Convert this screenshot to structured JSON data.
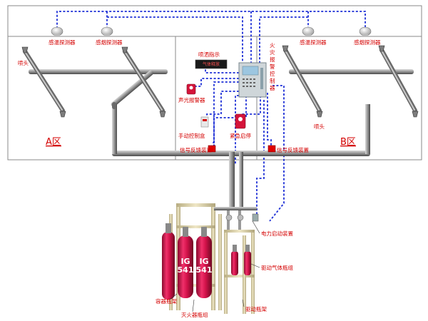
{
  "labels": {
    "temp_detector": "感温探测器",
    "smoke_detector": "感烟探测器",
    "nozzle": "喷头",
    "zone_a": "A区",
    "zone_b": "B区",
    "discharge_indicator": "喷洒指示",
    "display_text": "气体释放",
    "alarm_controller": [
      "火",
      "灾",
      "报",
      "警",
      "控",
      "制",
      "器"
    ],
    "sound_light_alarm": "声光报警器",
    "manual_control_box": "手动控制盒",
    "emergency_start_stop": "紧急启停",
    "signal_feedback_a": "信号反馈装置",
    "signal_feedback_b": "信号反馈装置",
    "electric_start_device": "电力启动装置",
    "drive_gas_cylinder_group": "驱动气体瓶组",
    "container_rack": "容器瓶架",
    "extinguisher_cylinder_group": "灭火器瓶组",
    "drive_rack": "驱动瓶架",
    "cylinder_mark": [
      "IG",
      "541"
    ]
  },
  "colors": {
    "signal_wire": "#1d2fd6",
    "alarm_red": "#d40000",
    "pipe": "#7a7a7a",
    "room_border": "#8a8a8a",
    "cylinder": "#d2124a",
    "rack": "#d8cfa6"
  }
}
